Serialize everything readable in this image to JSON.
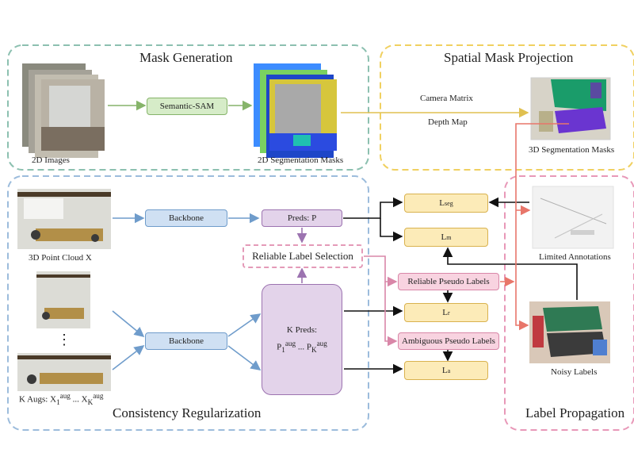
{
  "sections": {
    "mask_generation": "Mask Generation",
    "spatial_mask_projection": "Spatial Mask Projection",
    "consistency_regularization": "Consistency Regularization",
    "label_propagation": "Label Propagation"
  },
  "nodes": {
    "semantic_sam": "Semantic-SAM",
    "backbone_top": "Backbone",
    "backbone_bottom": "Backbone",
    "preds_p": "Preds: P",
    "reliable_label_selection": "Reliable Label Selection",
    "k_preds_line1": "K Preds:",
    "k_preds_p": "P",
    "k_preds_sub1": "1",
    "k_preds_aug1": "aug",
    "k_preds_dots": " ... P",
    "k_preds_subk": "K",
    "k_preds_aug2": "aug",
    "reliable_pseudo_labels": "Reliable Pseudo Labels",
    "ambiguous_pseudo_labels": "Ambiguous Pseudo Labels"
  },
  "losses": {
    "seg_main": "L",
    "seg_sub": "seg",
    "m_main": "L",
    "m_sub": "m",
    "r_main": "L",
    "r_sub": "r",
    "a_main": "L",
    "a_sub": "a"
  },
  "labels": {
    "images_2d": "2D Images",
    "seg_masks_2d": "2D Segmentation Masks",
    "camera_matrix": "Camera Matrix",
    "depth_map": "Depth Map",
    "seg_masks_3d": "3D Segmentation Masks",
    "point_cloud": "3D Point Cloud X",
    "vertical_dots": "⋮",
    "k_augs_prefix": "K Augs: X",
    "k_augs_sub1": "1",
    "k_augs_aug1": "aug",
    "k_augs_mid": " ... X",
    "k_augs_subk": "K",
    "k_augs_aug2": "aug",
    "limited_annotations": "Limited Annotations",
    "noisy_labels": "Noisy Labels"
  },
  "colors": {
    "green": "#86b46a",
    "blue": "#6f9ccb",
    "purple": "#9c73b0",
    "yellow": "#d9b24f",
    "pink": "#d987a8",
    "salmon": "#e8766a"
  }
}
